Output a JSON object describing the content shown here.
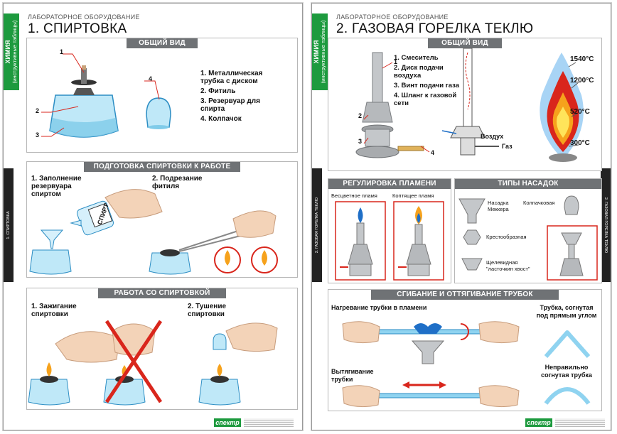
{
  "left": {
    "tab_title": "ХИМИЯ",
    "tab_subtitle": "(инструктивные таблицы)",
    "series": "ЛАБОРАТОРНОЕ ОБОРУДОВАНИЕ",
    "title": "1. СПИРТОВКА",
    "sidebar": "1. СПИРТОВКА",
    "general_view": {
      "header": "ОБЩИЙ ВИД",
      "callouts": [
        "1",
        "2",
        "3",
        "4"
      ],
      "parts": [
        "1. Металлическая трубка с диском",
        "2. Фитиль",
        "3. Резервуар для спирта",
        "4. Колпачок"
      ]
    },
    "preparation": {
      "header": "ПОДГОТОВКА СПИРТОВКИ К РАБОТЕ",
      "step1": "1. Заполнение резервуара спиртом",
      "step2": "2. Подрезание фитиля",
      "bottle_label": "СПИРТ"
    },
    "work": {
      "header": "РАБОТА СО СПИРТОВКОЙ",
      "step1": "1. Зажигание спиртовки",
      "step2": "2. Тушение спиртовки"
    },
    "logo": "спектр"
  },
  "right": {
    "tab_title": "ХИМИЯ",
    "tab_subtitle": "(инструктивные таблицы)",
    "series": "ЛАБОРАТОРНОЕ ОБОРУДОВАНИЕ",
    "title": "2. ГАЗОВАЯ ГОРЕЛКА ТЕКЛЮ",
    "sidebar_left": "2. ГАЗОВАЯ ГОРЕЛКА ТЕКЛЮ",
    "sidebar_right": "2. ГАЗОВАЯ ГОРЕЛКА ТЕКЛЮ",
    "general_view": {
      "header": "ОБЩИЙ ВИД",
      "callouts": [
        "1",
        "2",
        "3",
        "4"
      ],
      "parts": [
        "1. Смеситель",
        "2. Диск подачи воздуха",
        "3. Винт подачи газа",
        "4. Шланг к газовой сети"
      ],
      "air_label": "Воздух",
      "gas_label": "Газ",
      "temperatures": [
        "1540°C",
        "1200°C",
        "520°C",
        "300°C"
      ]
    },
    "flame_regulation": {
      "header": "РЕГУЛИРОВКА ПЛАМЕНИ",
      "colorless": "Бесцветное пламя",
      "smoky": "Коптящее пламя"
    },
    "nozzles": {
      "header": "ТИПЫ НАСАДОК",
      "meker": "Насадка Меккера",
      "cap": "Колпачковая",
      "cross": "Крестообразная",
      "slot": "Щелевидная \"ласточкин хвост\""
    },
    "bending": {
      "header": "СГИБАНИЕ И ОТТЯГИВАНИЕ ТРУБОК",
      "heating": "Нагревание трубки в пламени",
      "drawing": "Вытягивание трубки",
      "right_angle": "Трубка, согнутая под прямым углом",
      "wrong": "Неправильно согнутая трубка"
    },
    "logo": "спектр"
  },
  "colors": {
    "green": "#1d9a3e",
    "bar": "#6f7275",
    "glass": "#8fd3f0",
    "red": "#d9261c",
    "blue": "#1f6fc7"
  }
}
